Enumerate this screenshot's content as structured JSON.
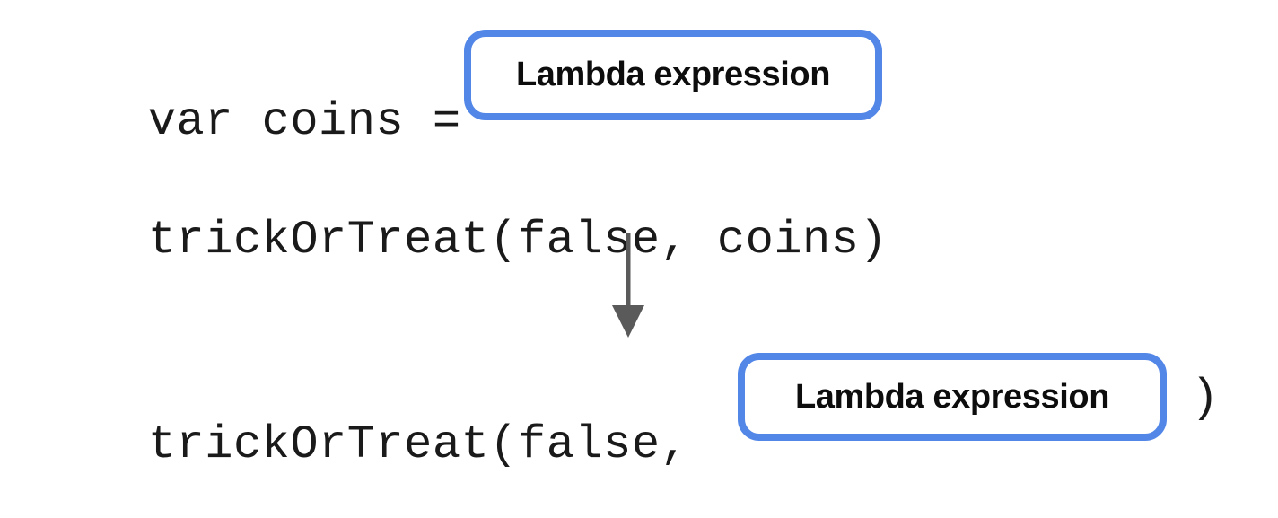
{
  "figure": {
    "title": "Lambda expression trailing-lambda refactor",
    "background_color": "#ffffff",
    "accent_color": "#5287e8",
    "code_color": "#1a1a1a",
    "arrow_color": "#5a5a5a"
  },
  "before": {
    "line1_prefix": "var coins = ",
    "line1_chip": "Lambda expression",
    "line2": "trickOrTreat(false, coins)"
  },
  "arrow": {
    "icon": "arrow-down-icon",
    "direction": "down",
    "color": "#5a5a5a"
  },
  "after": {
    "line3_prefix": "trickOrTreat(false, ",
    "line3_chip": "Lambda expression",
    "line3_suffix": ")"
  }
}
